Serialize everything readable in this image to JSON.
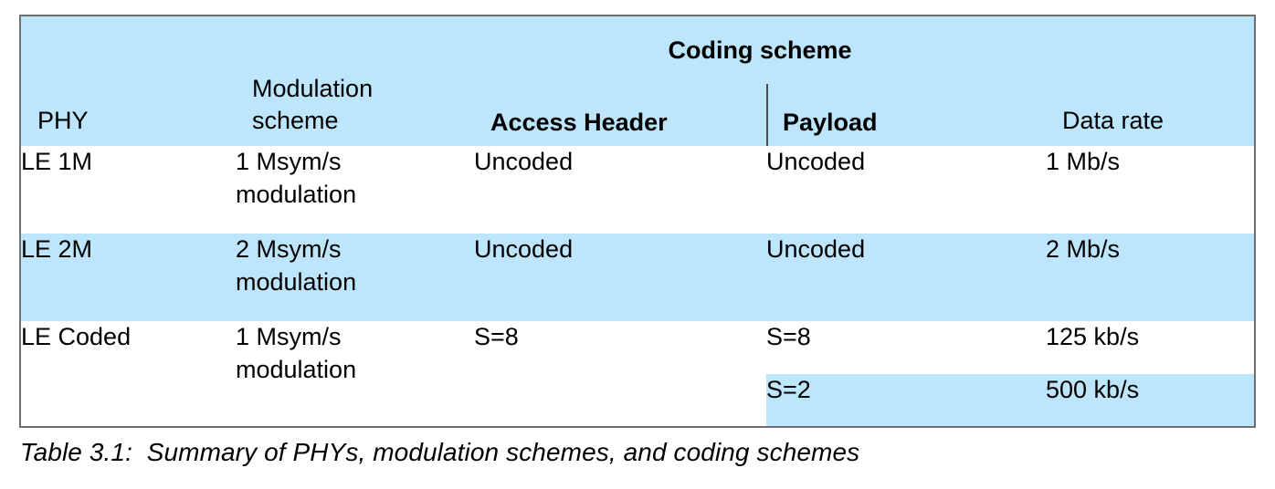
{
  "table": {
    "headers": {
      "phy": "PHY",
      "modulation": "Modulation\nscheme",
      "modulation_line1": "Modulation",
      "modulation_line2": "scheme",
      "coding_scheme": "Coding scheme",
      "access_header": "Access Header",
      "payload": "Payload",
      "data_rate": "Data rate"
    },
    "rows": [
      {
        "phy": "LE 1M",
        "modulation_line1": "1 Msym/s",
        "modulation_line2": "modulation",
        "access_header": "Uncoded",
        "payload": "Uncoded",
        "data_rate": "1 Mb/s",
        "shaded": false
      },
      {
        "phy": "LE 2M",
        "modulation_line1": "2 Msym/s",
        "modulation_line2": "modulation",
        "access_header": "Uncoded",
        "payload": "Uncoded",
        "data_rate": "2 Mb/s",
        "shaded": true
      },
      {
        "phy": "LE Coded",
        "modulation_line1": "1 Msym/s",
        "modulation_line2": "modulation",
        "access_header": "S=8",
        "sub_rows": [
          {
            "payload": "S=8",
            "data_rate": "125 kb/s",
            "shaded": false
          },
          {
            "payload": "S=2",
            "data_rate": "500 kb/s",
            "shaded": true
          }
        ],
        "shaded": false
      }
    ],
    "colors": {
      "header_fill": "#bde5fb",
      "shade_fill": "#bde5fb",
      "border": "#4b4b4b",
      "outer_border": "#6f6f6f",
      "text": "#000000",
      "background": "#ffffff"
    }
  },
  "caption": {
    "text": "Table 3.1:  Summary of PHYs, modulation schemes, and coding schemes"
  }
}
